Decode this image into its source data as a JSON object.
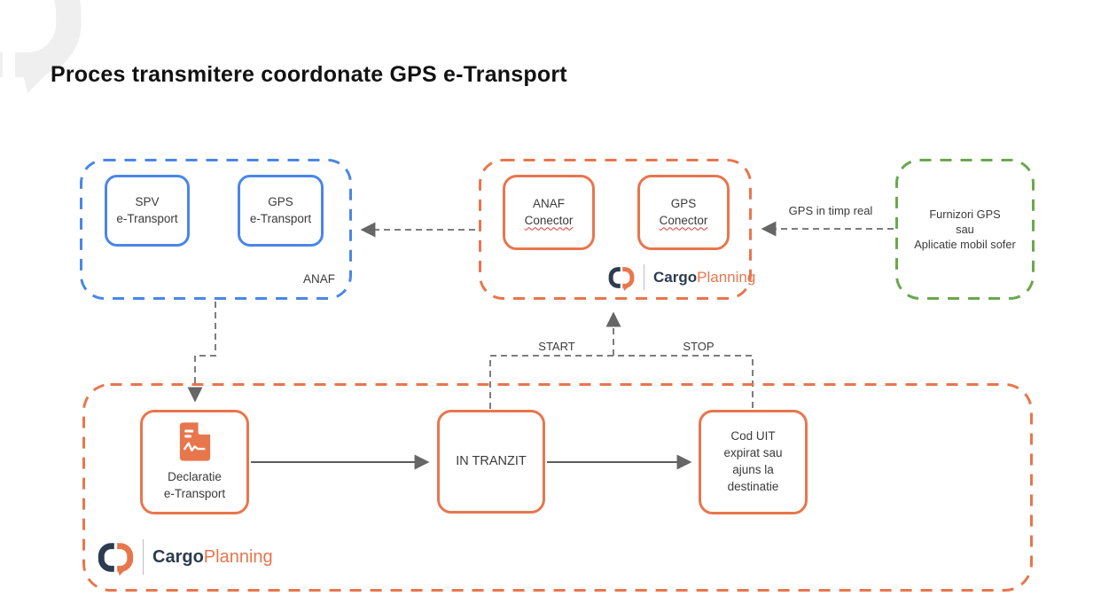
{
  "page": {
    "title": "Proces transmitere coordonate GPS e-Transport"
  },
  "colors": {
    "blue": "#4A86E8",
    "orange": "#E8764D",
    "green": "#6AA84F",
    "navy": "#2D3C4E",
    "connector_gray": "#7D7D7D",
    "squiggle_red": "#E53935",
    "watermark_gray": "#EFEFEF"
  },
  "anaf_group": {
    "label": "ANAF",
    "spv_node": {
      "line1": "SPV",
      "line2": "e-Transport"
    },
    "gps_node": {
      "line1": "GPS",
      "line2": "e-Transport"
    }
  },
  "connector_group": {
    "anaf_conector": {
      "line1": "ANAF",
      "line2": "Conector"
    },
    "gps_conector": {
      "line1": "GPS",
      "line2": "Conector"
    },
    "logo": {
      "bold": "Cargo",
      "light": "Planning"
    }
  },
  "gps_source_group": {
    "line1": "Furnizori GPS",
    "line2": "sau",
    "line3": "Aplicatie mobil sofer"
  },
  "flow_group": {
    "declaratie_node": {
      "icon": "document-waveform-icon",
      "line1": "Declaratie",
      "line2": "e-Transport"
    },
    "tranzit_node": {
      "label": "IN TRANZIT"
    },
    "cod_uit_node": {
      "line1": "Cod UIT",
      "line2": "expirat sau",
      "line3": "ajuns la",
      "line4": "destinatie"
    },
    "logo": {
      "bold": "Cargo",
      "light": "Planning"
    }
  },
  "edge_labels": {
    "gps_realtime": "GPS in timp real",
    "start": "START",
    "stop": "STOP"
  }
}
